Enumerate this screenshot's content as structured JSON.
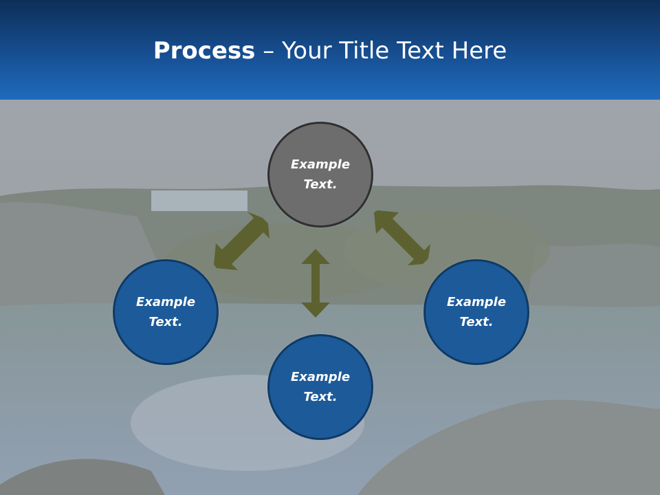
{
  "title": {
    "bold": "Process",
    "rest": " – Your Title Text Here"
  },
  "nodes": {
    "top": {
      "text": "Example\nText."
    },
    "left": {
      "text": "Example\nText."
    },
    "right": {
      "text": "Example\nText."
    },
    "bottom": {
      "text": "Example\nText."
    }
  },
  "colors": {
    "header": "#174f92",
    "node_blue": "#1d5a99",
    "node_gray": "#6d6d6d",
    "arrow": "#5d6130"
  },
  "icons": [
    "double-arrow-icon"
  ]
}
